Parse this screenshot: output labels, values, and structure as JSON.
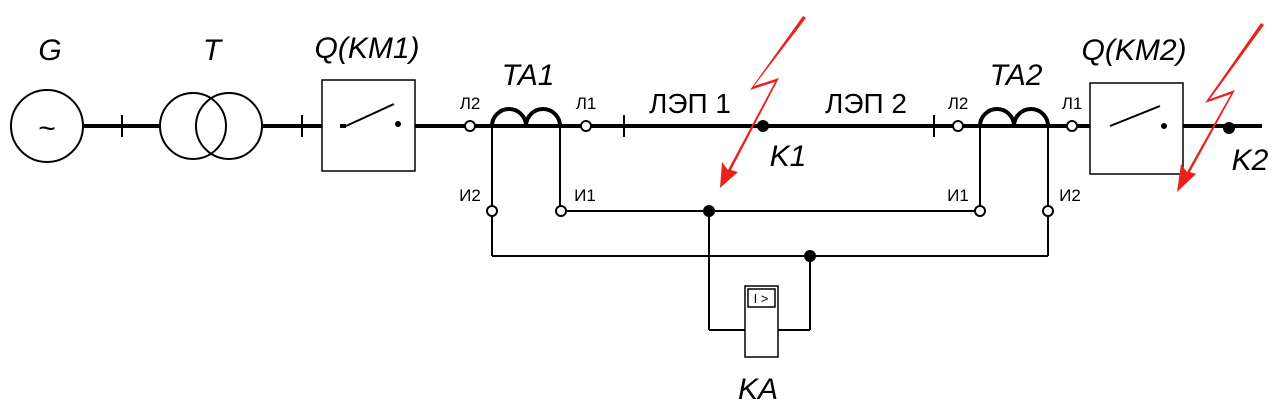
{
  "components": {
    "generator": {
      "label": "G",
      "symbol": "~"
    },
    "transformer": {
      "label": "T"
    },
    "breaker_1": {
      "label": "Q(KM1)"
    },
    "breaker_2": {
      "label": "Q(KM2)"
    },
    "ct_1": {
      "label": "TA1",
      "terminal_primary_left": "Л2",
      "terminal_primary_right": "Л1",
      "terminal_secondary_left": "И2",
      "terminal_secondary_right": "И1"
    },
    "ct_2": {
      "label": "TA2",
      "terminal_primary_left": "Л2",
      "terminal_primary_right": "Л1",
      "terminal_secondary_left": "И1",
      "terminal_secondary_right": "И2"
    },
    "relay": {
      "label": "KA",
      "symbol": "I >"
    }
  },
  "lines": {
    "line_1": "ЛЭП 1",
    "line_2": "ЛЭП 2"
  },
  "faults": {
    "fault_1": "K1",
    "fault_2": "K2"
  },
  "colors": {
    "wire": "#000000",
    "fault_arrow": "#e8231b"
  }
}
